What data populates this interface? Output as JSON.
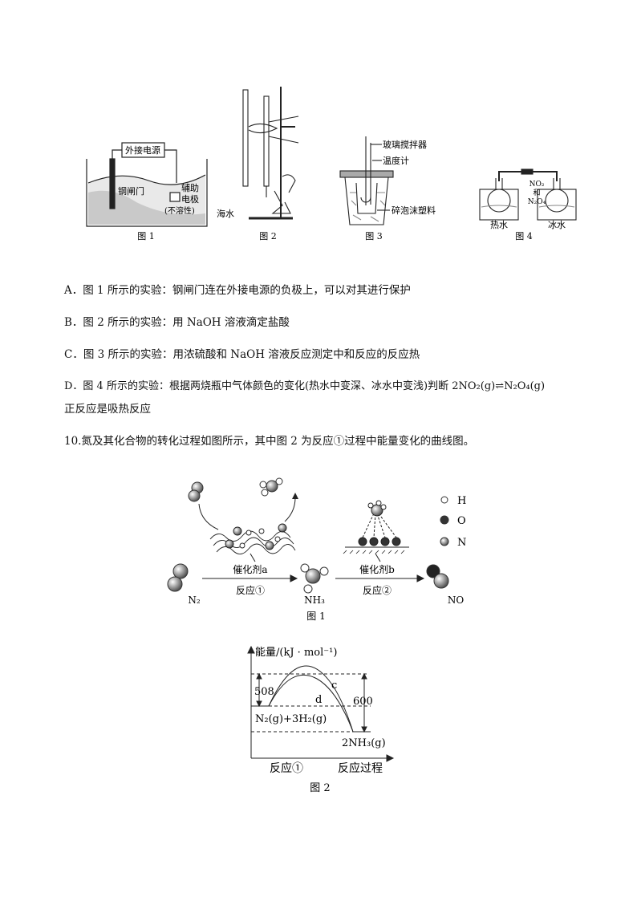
{
  "figures_top": {
    "fig1": {
      "caption": "图 1",
      "power_label": "外接电源",
      "gate_label": "钢闸门",
      "aux_label_1": "辅助",
      "aux_label_2": "电极",
      "aux_label_3": "(不溶性)",
      "sea_label": "海水"
    },
    "fig2": {
      "caption": "图 2"
    },
    "fig3": {
      "caption": "图 3",
      "stirrer_label": "玻璃搅拌器",
      "thermo_label": "温度计",
      "foam_label": "碎泡沫塑料"
    },
    "fig4": {
      "caption": "图 4",
      "gas_label_1": "NO₂",
      "gas_label_2": "和",
      "gas_label_3": "N₂O₄",
      "hot_label": "热水",
      "ice_label": "冰水"
    }
  },
  "options": {
    "A": "A．图 1 所示的实验：钢闸门连在外接电源的负极上，可以对其进行保护",
    "B": "B．图 2 所示的实验：用 NaOH 溶液滴定盐酸",
    "C": "C．图 3 所示的实验：用浓硫酸和 NaOH 溶液反应测定中和反应的反应热",
    "D1": "D．图 4 所示的实验：根据两烧瓶中气体颜色的变化(热水中变深、冰水中变浅)判断 2NO₂(g)⇌N₂O₄(g)",
    "D2": "正反应是吸热反应"
  },
  "question10": "10.氮及其化合物的转化过程如图所示，其中图 2 为反应①过程中能量变化的曲线图。",
  "fig_b1": {
    "caption": "图 1",
    "legend_h": "H",
    "legend_o": "O",
    "legend_n": "N",
    "cat_a": "催化剂a",
    "cat_b": "催化剂b",
    "react1": "反应①",
    "react2": "反应②",
    "n2": "N₂",
    "nh3": "NH₃",
    "no": "NO"
  },
  "fig_b2": {
    "caption": "图 2",
    "ylabel": "能量/(kJ · mol⁻¹)",
    "xlabel_left": "反应①",
    "xlabel_right": "反应过程",
    "val_508": "508",
    "val_600": "600",
    "curve_c": "c",
    "curve_d": "d",
    "reactants": "N₂(g)+3H₂(g)",
    "products": "2NH₃(g)"
  }
}
